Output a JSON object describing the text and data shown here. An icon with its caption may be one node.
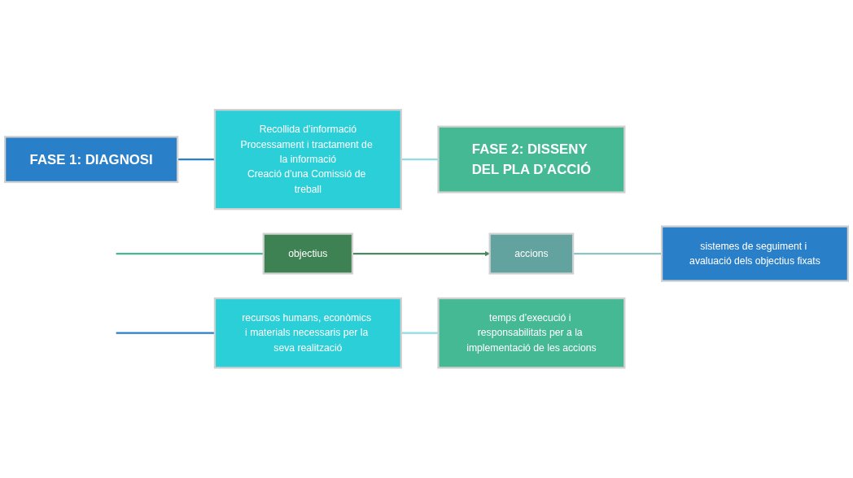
{
  "diagram": {
    "nodes": [
      {
        "text": [
          "FASE 1: DIAGNOSI"
        ]
      },
      {
        "text": [
          "Recollida d’informació",
          "Processament i tractament de la informació",
          "Creació d'una Comissió de treball"
        ]
      },
      {
        "text": [
          "FASE 2: DISSENY DEL PLA D’ACCIÓ"
        ]
      },
      {
        "text": [
          "objectius"
        ]
      },
      {
        "text": [
          "accions"
        ]
      },
      {
        "text": [
          "sistemes de seguiment i avaluació dels objectius fixats"
        ]
      },
      {
        "text": [
          "recursos humans, econòmics i materials necessaris per la seva realització"
        ]
      },
      {
        "text": [
          "temps d’execució i responsabilitats per a la implementació de les accions"
        ]
      }
    ],
    "edges": [
      {
        "from": 0,
        "to": 1,
        "arrow": "none",
        "color": "#2a7fc9"
      },
      {
        "from": 1,
        "to": 2,
        "arrow": "none",
        "color": "#8fdde3"
      },
      {
        "from": null,
        "to": 3,
        "arrow": "none",
        "color": "#45b894"
      },
      {
        "from": 3,
        "to": 4,
        "arrow": "to",
        "color": "#4a8a5e"
      },
      {
        "from": 4,
        "to": 5,
        "arrow": "none",
        "color": "#8ec5c2"
      },
      {
        "from": null,
        "to": 6,
        "arrow": "none",
        "color": "#2a7fc9"
      },
      {
        "from": 6,
        "to": 7,
        "arrow": "none",
        "color": "#8fdde3"
      }
    ]
  }
}
